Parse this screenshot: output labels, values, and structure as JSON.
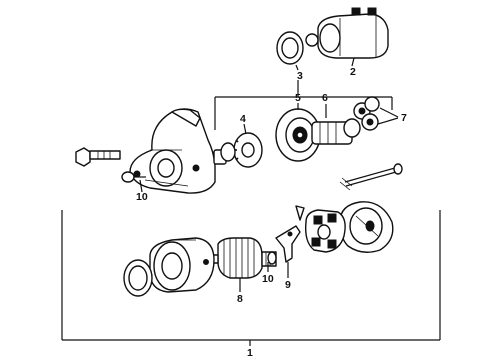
{
  "callouts": [
    {
      "id": "c1",
      "label": "1"
    },
    {
      "id": "c2",
      "label": "2"
    },
    {
      "id": "c3",
      "label": "3"
    },
    {
      "id": "c4",
      "label": "4"
    },
    {
      "id": "c5",
      "label": "5"
    },
    {
      "id": "c6",
      "label": "6"
    },
    {
      "id": "c7",
      "label": "7"
    },
    {
      "id": "c8",
      "label": "8"
    },
    {
      "id": "c9",
      "label": "9"
    },
    {
      "id": "c10a",
      "label": "10"
    },
    {
      "id": "c10b",
      "label": "10"
    }
  ],
  "colors": {
    "ink": "#111111",
    "paper": "#ffffff"
  }
}
